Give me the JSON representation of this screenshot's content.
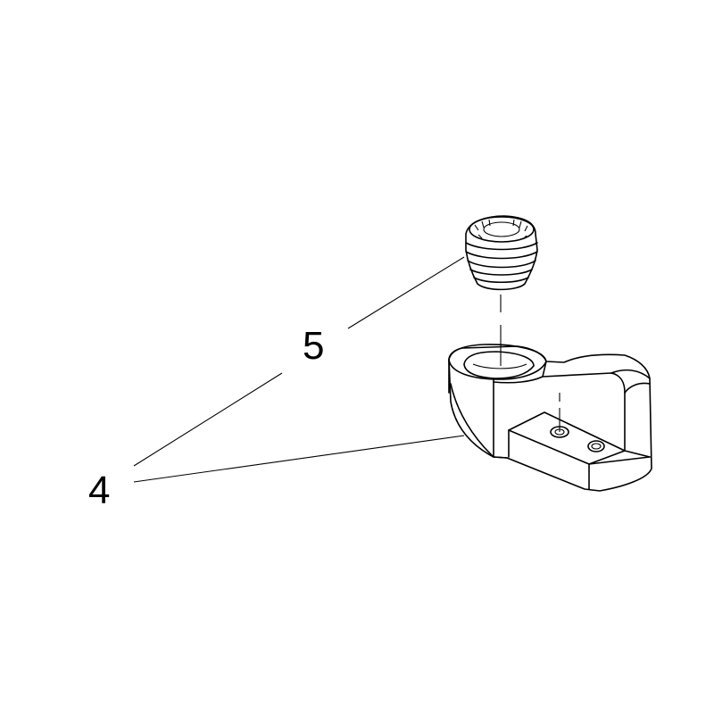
{
  "callouts": [
    {
      "id": "callout-5",
      "label": "5"
    },
    {
      "id": "callout-4",
      "label": "4"
    }
  ],
  "colors": {
    "line": "#000000",
    "background": "#ffffff"
  }
}
